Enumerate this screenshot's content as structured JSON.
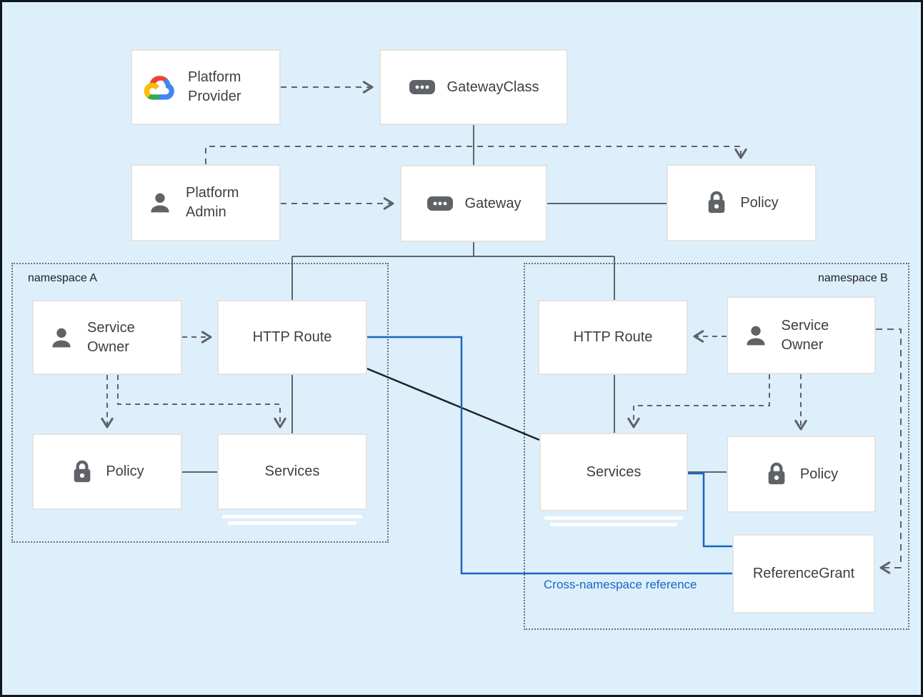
{
  "canvas": {
    "background": "#ddeffa",
    "frame_border": "#10171d"
  },
  "colors": {
    "line_gray": "#5f6368",
    "line_black": "#1f2124",
    "accent_blue": "#1a66c2",
    "icon_gray": "#5f6368",
    "node_border": "#e3e3e3",
    "logo_red": "#EA4335",
    "logo_blue": "#4285F4",
    "logo_green": "#34A853",
    "logo_yellow": "#FBBC05"
  },
  "namespaces": {
    "a": {
      "label": "namespace A"
    },
    "b": {
      "label": "namespace B"
    }
  },
  "nodes": {
    "platform_provider": {
      "label": "Platform Provider",
      "icon": "google-cloud-logo"
    },
    "gateway_class": {
      "label": "GatewayClass",
      "icon": "resource-chip-icon"
    },
    "platform_admin": {
      "label": "Platform Admin",
      "icon": "person-icon"
    },
    "gateway": {
      "label": "Gateway",
      "icon": "resource-chip-icon"
    },
    "policy_top": {
      "label": "Policy",
      "icon": "lock-icon"
    },
    "service_owner_a": {
      "label": "Service Owner",
      "icon": "person-icon"
    },
    "http_route_a": {
      "label": "HTTP Route"
    },
    "policy_a": {
      "label": "Policy",
      "icon": "lock-icon"
    },
    "services_a": {
      "label": "Services"
    },
    "http_route_b": {
      "label": "HTTP Route"
    },
    "service_owner_b": {
      "label": "Service Owner",
      "icon": "person-icon"
    },
    "services_b": {
      "label": "Services"
    },
    "policy_b": {
      "label": "Policy",
      "icon": "lock-icon"
    },
    "reference_grant": {
      "label": "ReferenceGrant"
    }
  },
  "annotations": {
    "cross_namespace": "Cross-namespace reference"
  }
}
